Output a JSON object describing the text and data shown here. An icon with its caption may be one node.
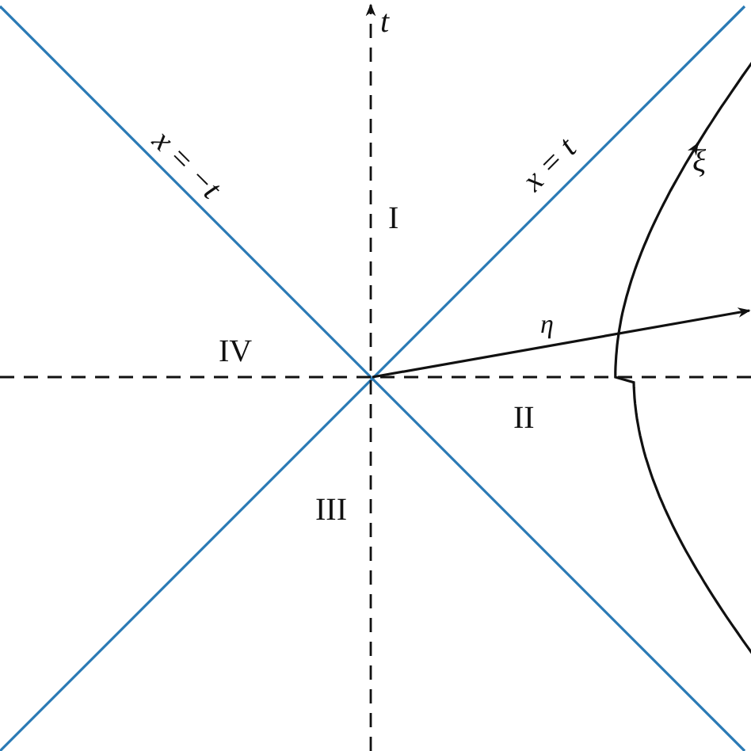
{
  "diagram": {
    "labels": [
      "t",
      "x = −t",
      "x = t",
      "I",
      "ξ",
      "η",
      "IV",
      "II",
      "III"
    ]
  }
}
